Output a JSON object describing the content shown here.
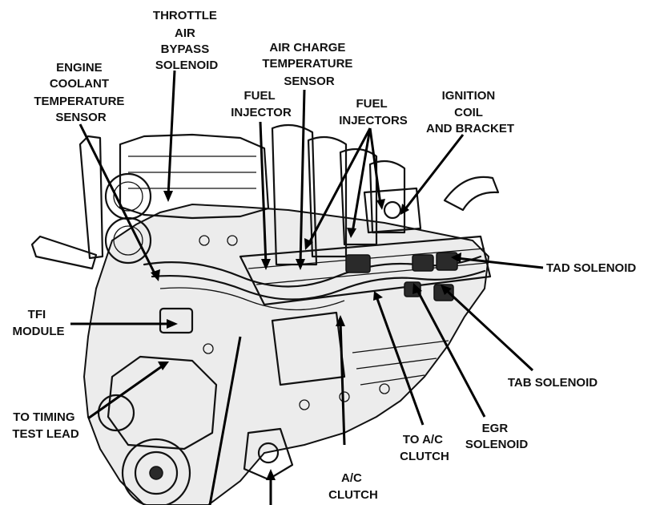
{
  "labels": {
    "throttle_air_bypass": [
      "THROTTLE",
      "AIR",
      "BYPASS",
      "SOLENOID"
    ],
    "engine_coolant_temp": [
      "ENGINE",
      "COOLANT",
      "TEMPERATURE",
      "SENSOR"
    ],
    "air_charge_temp": [
      "AIR CHARGE",
      "TEMPERATURE",
      "SENSOR"
    ],
    "fuel_injector": [
      "FUEL",
      "INJECTOR"
    ],
    "fuel_injectors": [
      "FUEL",
      "INJECTORS"
    ],
    "ignition_coil": [
      "IGNITION",
      "COIL",
      "AND BRACKET"
    ],
    "tad_solenoid": [
      "TAD SOLENOID"
    ],
    "tfi_module": [
      "TFI",
      "MODULE"
    ],
    "tab_solenoid": [
      "TAB SOLENOID"
    ],
    "to_timing_test_lead": [
      "TO TIMING",
      "TEST LEAD"
    ],
    "egr_solenoid": [
      "EGR",
      "SOLENOID"
    ],
    "to_ac_clutch": [
      "TO A/C",
      "CLUTCH"
    ],
    "ac_clutch": [
      "A/C",
      "CLUTCH"
    ]
  }
}
